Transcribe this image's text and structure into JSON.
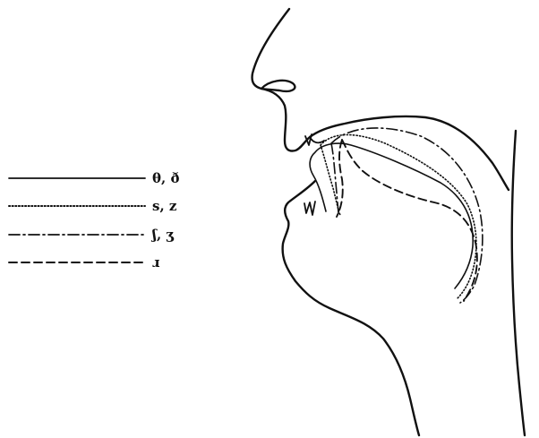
{
  "legend": {
    "items": [
      {
        "label": "θ, ð",
        "line_style": "solid"
      },
      {
        "label": "s, z",
        "line_style": "dotted"
      },
      {
        "label": "ʃ, ʒ",
        "line_style": "dash-dot"
      },
      {
        "label": "ɹ",
        "line_style": "dashed"
      }
    ]
  },
  "colors": {
    "ink": "#111111",
    "background": "#ffffff"
  }
}
